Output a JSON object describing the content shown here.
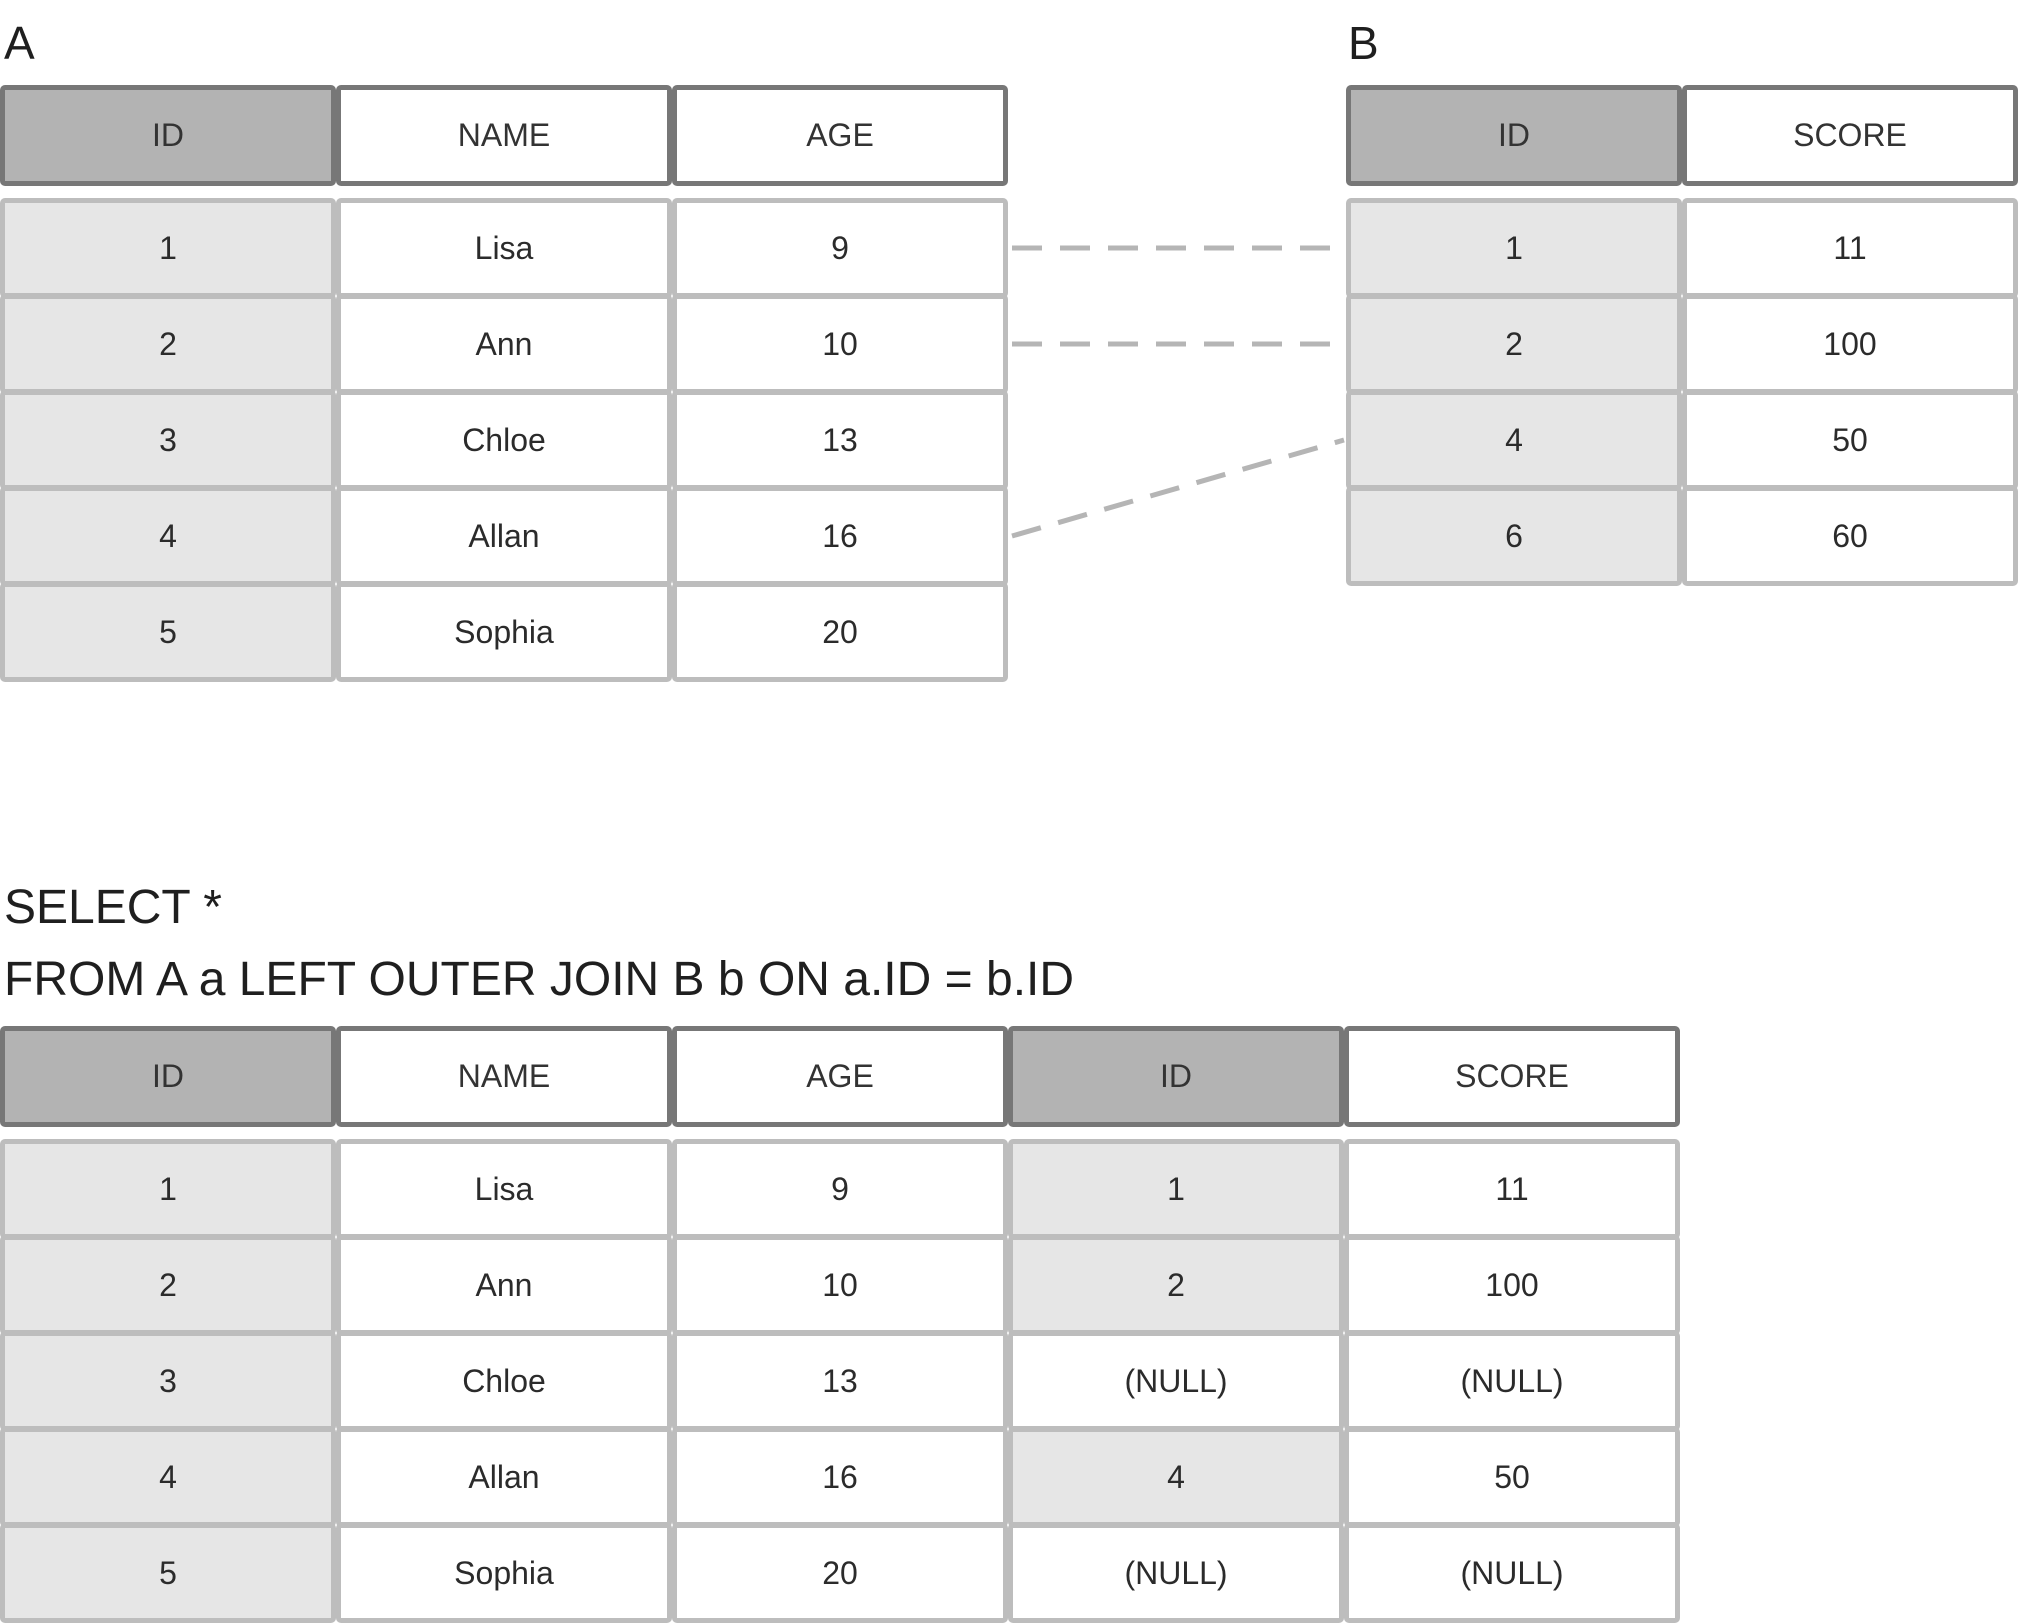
{
  "tableA": {
    "name": "A",
    "columns": [
      "ID",
      "NAME",
      "AGE"
    ],
    "rows": [
      [
        "1",
        "Lisa",
        "9"
      ],
      [
        "2",
        "Ann",
        "10"
      ],
      [
        "3",
        "Chloe",
        "13"
      ],
      [
        "4",
        "Allan",
        "16"
      ],
      [
        "5",
        "Sophia",
        "20"
      ]
    ]
  },
  "tableB": {
    "name": "B",
    "columns": [
      "ID",
      "SCORE"
    ],
    "rows": [
      [
        "1",
        "11"
      ],
      [
        "2",
        "100"
      ],
      [
        "4",
        "50"
      ],
      [
        "6",
        "60"
      ]
    ]
  },
  "joins": [
    {
      "a_row": 0,
      "b_row": 0
    },
    {
      "a_row": 1,
      "b_row": 1
    },
    {
      "a_row": 3,
      "b_row": 2
    }
  ],
  "query": {
    "line1": "SELECT *",
    "line2": "FROM A a LEFT OUTER JOIN B b ON a.ID = b.ID"
  },
  "result": {
    "columns": [
      "ID",
      "NAME",
      "AGE",
      "ID",
      "SCORE"
    ],
    "key_columns": [
      0,
      3
    ],
    "rows": [
      [
        "1",
        "Lisa",
        "9",
        "1",
        "11"
      ],
      [
        "2",
        "Ann",
        "10",
        "2",
        "100"
      ],
      [
        "3",
        "Chloe",
        "13",
        "(NULL)",
        "(NULL)"
      ],
      [
        "4",
        "Allan",
        "16",
        "4",
        "50"
      ],
      [
        "5",
        "Sophia",
        "20",
        "(NULL)",
        "(NULL)"
      ]
    ]
  }
}
